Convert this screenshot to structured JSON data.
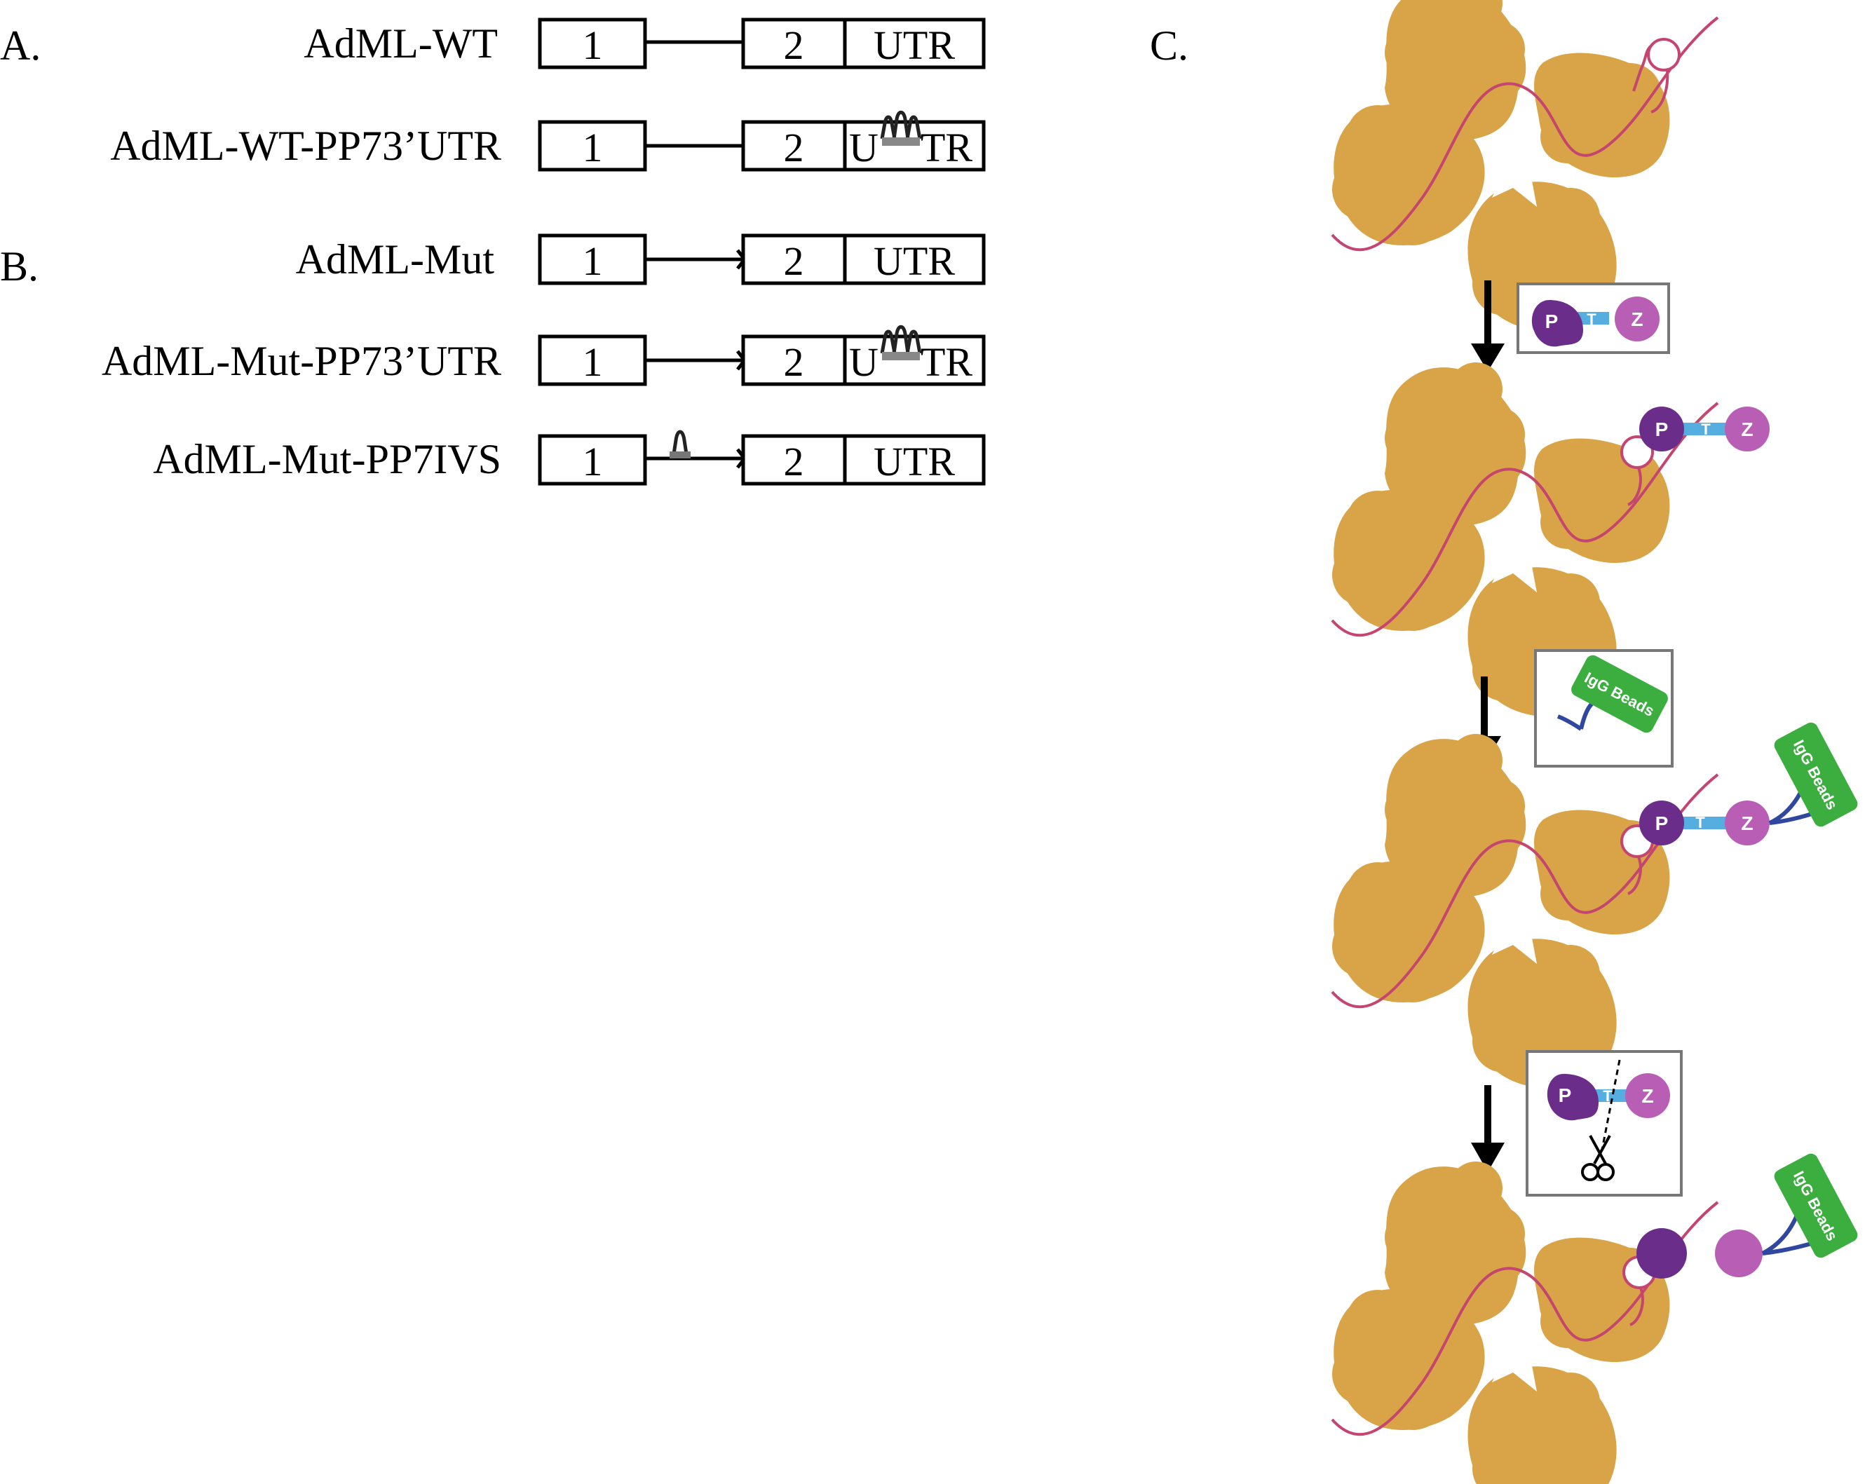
{
  "panels": {
    "a": "A.",
    "b": "B.",
    "c": "C."
  },
  "constructs": [
    {
      "name": "AdML-WT",
      "exon1": "1",
      "exon2": "2",
      "utr": "UTR",
      "utr_stemloop": false,
      "intron_stemloop": false,
      "mutant": false
    },
    {
      "name": "AdML-WT-PP73’UTR",
      "exon1": "1",
      "exon2": "2",
      "utr_left": "U",
      "utr_right": "TR",
      "utr_stemloop": true,
      "intron_stemloop": false,
      "mutant": false
    },
    {
      "name": "AdML-Mut",
      "exon1": "1",
      "exon2": "2",
      "utr": "UTR",
      "utr_stemloop": false,
      "intron_stemloop": false,
      "mutant": true
    },
    {
      "name": "AdML-Mut-PP73’UTR",
      "exon1": "1",
      "exon2": "2",
      "utr_left": "U",
      "utr_right": "TR",
      "utr_stemloop": true,
      "intron_stemloop": false,
      "mutant": true
    },
    {
      "name": "AdML-Mut-PP7IVS",
      "exon1": "1",
      "exon2": "2",
      "utr": "UTR",
      "utr_stemloop": false,
      "intron_stemloop": true,
      "mutant": true
    }
  ],
  "purification": {
    "tag": {
      "p": "P",
      "t": "T",
      "z": "Z"
    },
    "beads_label": "IgG Beads",
    "colors": {
      "ribosome": "#D9A448",
      "mrna": "#C4466E",
      "p_domain": "#6B2D8A",
      "z_domain": "#B85FB5",
      "linker": "#56AEE0",
      "beads": "#3BAE3F",
      "antibody": "#3047A0",
      "box_border": "#777777"
    }
  }
}
